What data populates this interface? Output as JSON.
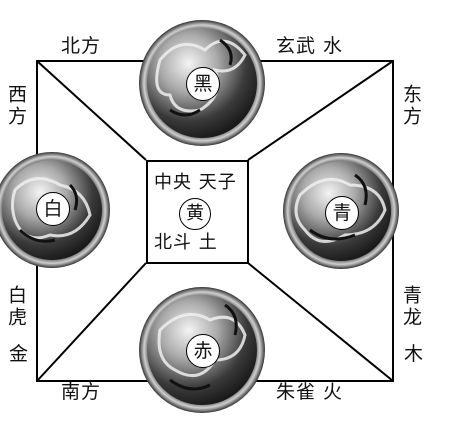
{
  "corners": {
    "top_left": "北方",
    "top_right": "玄武 水",
    "left_upper": "西方",
    "right_upper": "东方",
    "left_lower_1": "白虎",
    "left_lower_2": "金",
    "right_lower_1": "青龙",
    "right_lower_2": "木",
    "bottom_left": "南方",
    "bottom_right": "朱雀 火"
  },
  "center": {
    "line1": "中央 天子",
    "badge": "黄",
    "line2": "北斗 土"
  },
  "medallions": {
    "north": "黑",
    "west": "白",
    "east": "青",
    "south": "赤"
  },
  "colors": {
    "line": "#000000",
    "background": "#ffffff"
  }
}
